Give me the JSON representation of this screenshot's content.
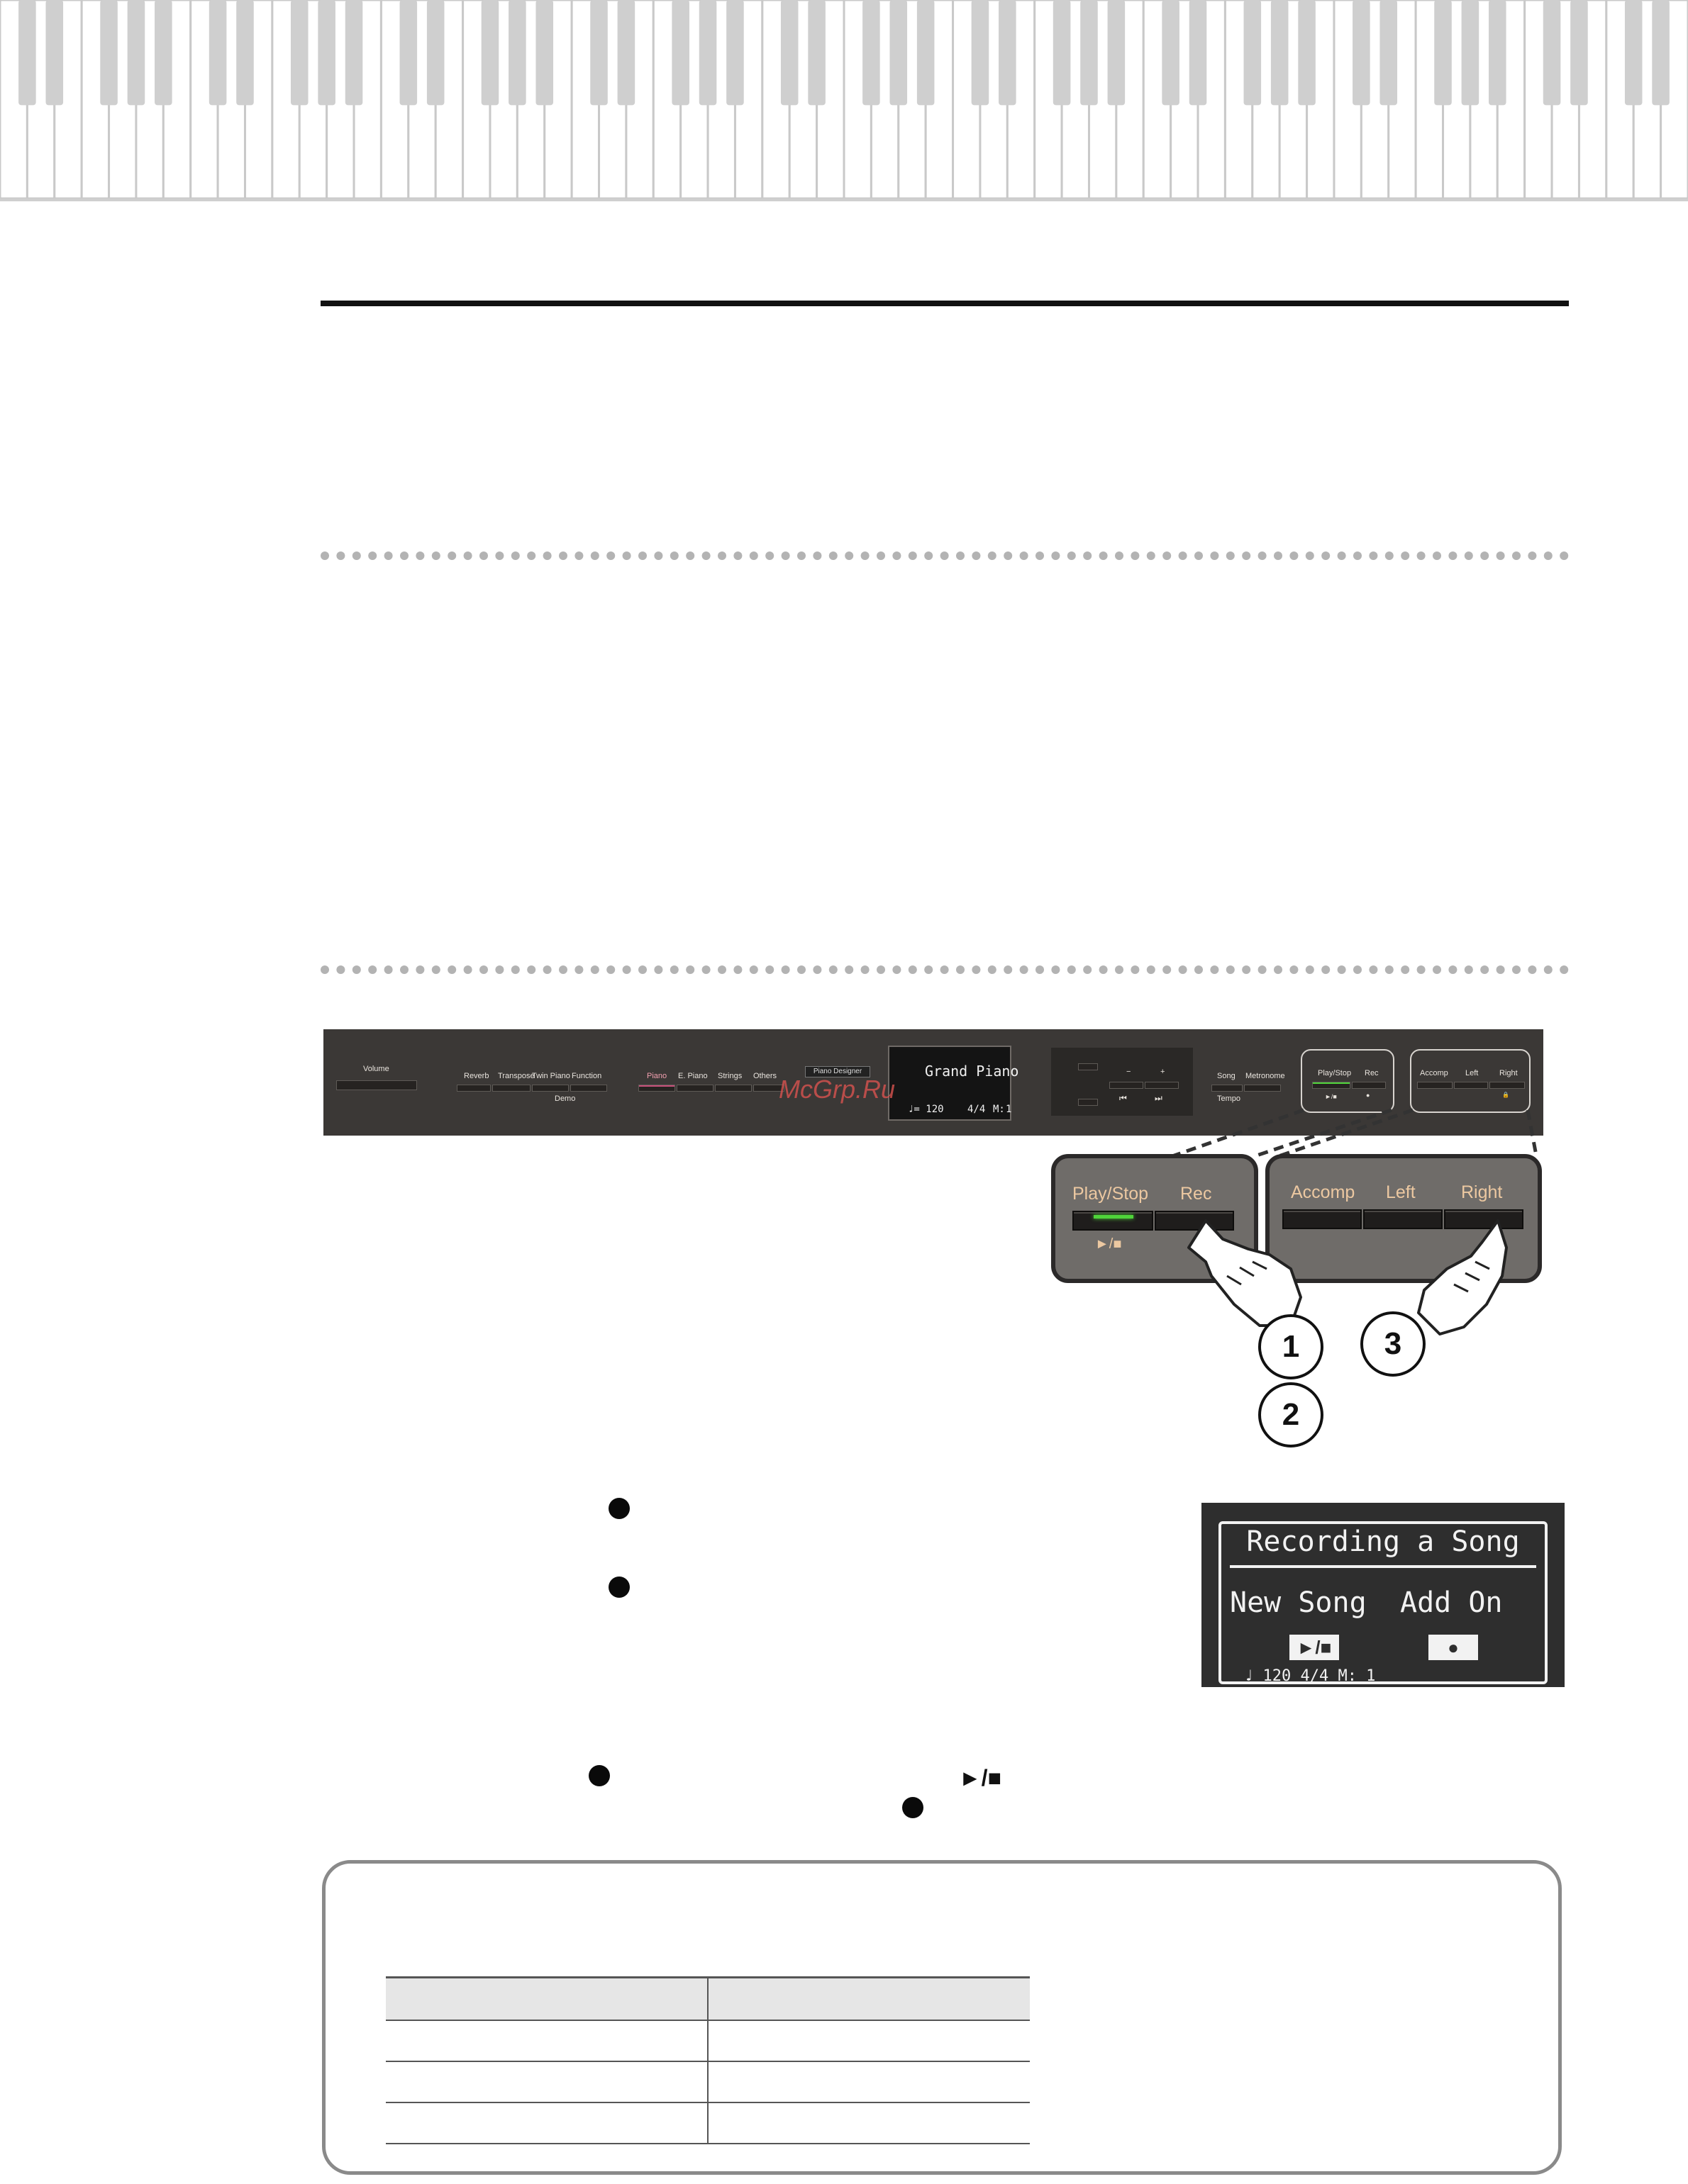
{
  "page": {
    "background": "#ffffff"
  },
  "panel": {
    "volume_label": "Volume",
    "reverb_label": "Reverb",
    "transpose_label": "Transpose",
    "twin_piano_label": "Twin Piano",
    "function_label": "Function",
    "demo_label": "Demo",
    "piano_label": "Piano",
    "e_piano_label": "E. Piano",
    "strings_label": "Strings",
    "others_label": "Others",
    "piano_designer_label": "Piano Designer",
    "display_tone": "Grand Piano",
    "display_tempo": "♩= 120",
    "display_beat": "4/4",
    "display_measure_label": "M:",
    "display_measure": "1",
    "minus_label": "−",
    "plus_label": "+",
    "rewind_symbol": "⏮",
    "forward_symbol": "⏭",
    "song_label": "Song",
    "metronome_label": "Metronome",
    "tempo_label": "Tempo",
    "play_stop_label": "Play/Stop",
    "rec_label": "Rec",
    "play_stop_symbol": "►/■",
    "rec_symbol": "●",
    "accomp_label": "Accomp",
    "left_label": "Left",
    "right_label": "Right",
    "lock_symbol": "🔒"
  },
  "watermark": "McGrp.Ru",
  "zoom_left": {
    "play_stop_label": "Play/Stop",
    "rec_label": "Rec",
    "play_stop_symbol": "►/■",
    "led_color": "#4fd43a"
  },
  "zoom_right": {
    "accomp_label": "Accomp",
    "left_label": "Left",
    "right_label": "Right"
  },
  "steps": [
    "1",
    "2",
    "3"
  ],
  "recording_screen": {
    "title": "Recording a Song",
    "option_new": "New Song",
    "option_add": "Add On",
    "key_new": "►/■",
    "key_add": "●",
    "under_text": "♩ 120          4/4  M:   1"
  },
  "inline_symbols": {
    "play_stop": "►/■"
  },
  "accent": {
    "panel_color": "#3b3836",
    "zoom_color": "#6f6c69",
    "label_color": "#ecc8a1"
  }
}
